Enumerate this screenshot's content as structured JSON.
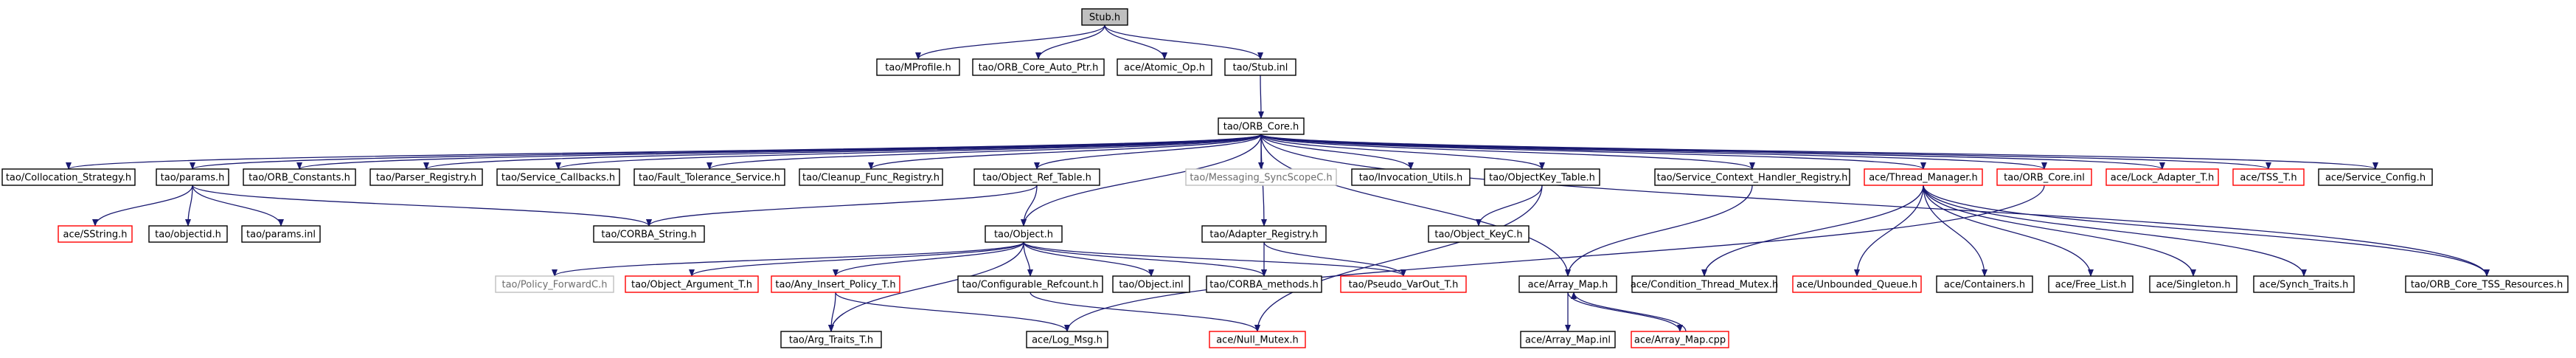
{
  "colors": {
    "edge": "#191970",
    "root_fill": "#bfbfbf",
    "node_border": "#000000",
    "missing_border": "#ff0000",
    "external_border": "#bfbfbf",
    "external_text": "#6e6e6e"
  },
  "nodes": {
    "stub_h": {
      "label": "Stub.h",
      "kind": "root"
    },
    "tao_mprofile_h": {
      "label": "tao/MProfile.h",
      "kind": "normal"
    },
    "tao_orb_core_auto_ptr_h": {
      "label": "tao/ORB_Core_Auto_Ptr.h",
      "kind": "normal"
    },
    "ace_atomic_op_h": {
      "label": "ace/Atomic_Op.h",
      "kind": "normal"
    },
    "tao_stub_inl": {
      "label": "tao/Stub.inl",
      "kind": "normal"
    },
    "tao_orb_core_h": {
      "label": "tao/ORB_Core.h",
      "kind": "normal"
    },
    "tao_collocation_strategy_h": {
      "label": "tao/Collocation_Strategy.h",
      "kind": "normal"
    },
    "tao_params_h": {
      "label": "tao/params.h",
      "kind": "normal"
    },
    "tao_orb_constants_h": {
      "label": "tao/ORB_Constants.h",
      "kind": "normal"
    },
    "tao_parser_registry_h": {
      "label": "tao/Parser_Registry.h",
      "kind": "normal"
    },
    "tao_service_callbacks_h": {
      "label": "tao/Service_Callbacks.h",
      "kind": "normal"
    },
    "tao_fault_tolerance_service_h": {
      "label": "tao/Fault_Tolerance_Service.h",
      "kind": "normal"
    },
    "tao_cleanup_func_registry_h": {
      "label": "tao/Cleanup_Func_Registry.h",
      "kind": "normal"
    },
    "tao_object_ref_table_h": {
      "label": "tao/Object_Ref_Table.h",
      "kind": "normal"
    },
    "tao_messaging_syncscopec_h": {
      "label": "tao/Messaging_SyncScopeC.h",
      "kind": "external"
    },
    "tao_invocation_utils_h": {
      "label": "tao/Invocation_Utils.h",
      "kind": "normal"
    },
    "tao_objectkey_table_h": {
      "label": "tao/ObjectKey_Table.h",
      "kind": "normal"
    },
    "tao_service_context_handler_registry_h": {
      "label": "tao/Service_Context_Handler_Registry.h",
      "kind": "normal"
    },
    "ace_thread_manager_h": {
      "label": "ace/Thread_Manager.h",
      "kind": "missing"
    },
    "tao_orb_core_inl": {
      "label": "tao/ORB_Core.inl",
      "kind": "missing"
    },
    "ace_lock_adapter_t_h": {
      "label": "ace/Lock_Adapter_T.h",
      "kind": "missing"
    },
    "ace_tss_t_h": {
      "label": "ace/TSS_T.h",
      "kind": "missing"
    },
    "ace_service_config_h": {
      "label": "ace/Service_Config.h",
      "kind": "normal"
    },
    "ace_sstring_h": {
      "label": "ace/SString.h",
      "kind": "missing"
    },
    "tao_objectid_h": {
      "label": "tao/objectid.h",
      "kind": "normal"
    },
    "tao_params_inl": {
      "label": "tao/params.inl",
      "kind": "normal"
    },
    "tao_corba_string_h": {
      "label": "tao/CORBA_String.h",
      "kind": "normal"
    },
    "tao_object_h": {
      "label": "tao/Object.h",
      "kind": "normal"
    },
    "tao_adapter_registry_h": {
      "label": "tao/Adapter_Registry.h",
      "kind": "normal"
    },
    "tao_object_keyc_h": {
      "label": "tao/Object_KeyC.h",
      "kind": "normal"
    },
    "ace_array_map_h": {
      "label": "ace/Array_Map.h",
      "kind": "normal"
    },
    "ace_condition_thread_mutex_h": {
      "label": "ace/Condition_Thread_Mutex.h",
      "kind": "normal"
    },
    "ace_unbounded_queue_h": {
      "label": "ace/Unbounded_Queue.h",
      "kind": "missing"
    },
    "ace_containers_h": {
      "label": "ace/Containers.h",
      "kind": "normal"
    },
    "ace_free_list_h": {
      "label": "ace/Free_List.h",
      "kind": "normal"
    },
    "ace_singleton_h": {
      "label": "ace/Singleton.h",
      "kind": "normal"
    },
    "ace_synch_traits_h": {
      "label": "ace/Synch_Traits.h",
      "kind": "normal"
    },
    "tao_orb_core_tss_resources_h": {
      "label": "tao/ORB_Core_TSS_Resources.h",
      "kind": "normal"
    },
    "tao_policy_forwardc_h": {
      "label": "tao/Policy_ForwardC.h",
      "kind": "external"
    },
    "tao_object_argument_t_h": {
      "label": "tao/Object_Argument_T.h",
      "kind": "missing"
    },
    "tao_any_insert_policy_t_h": {
      "label": "tao/Any_Insert_Policy_T.h",
      "kind": "missing"
    },
    "tao_configurable_refcount_h": {
      "label": "tao/Configurable_Refcount.h",
      "kind": "normal"
    },
    "tao_object_inl": {
      "label": "tao/Object.inl",
      "kind": "normal"
    },
    "tao_corba_methods_h": {
      "label": "tao/CORBA_methods.h",
      "kind": "normal"
    },
    "tao_pseudo_varout_t_h": {
      "label": "tao/Pseudo_VarOut_T.h",
      "kind": "missing"
    },
    "ace_array_map_inl": {
      "label": "ace/Array_Map.inl",
      "kind": "normal"
    },
    "ace_array_map_cpp": {
      "label": "ace/Array_Map.cpp",
      "kind": "missing"
    },
    "tao_arg_traits_t_h": {
      "label": "tao/Arg_Traits_T.h",
      "kind": "normal"
    },
    "ace_log_msg_h": {
      "label": "ace/Log_Msg.h",
      "kind": "normal"
    },
    "ace_null_mutex_h": {
      "label": "ace/Null_Mutex.h",
      "kind": "missing"
    }
  },
  "edges": [
    [
      "stub_h",
      "tao_mprofile_h"
    ],
    [
      "stub_h",
      "tao_orb_core_auto_ptr_h"
    ],
    [
      "stub_h",
      "ace_atomic_op_h"
    ],
    [
      "stub_h",
      "tao_stub_inl"
    ],
    [
      "tao_stub_inl",
      "tao_orb_core_h"
    ],
    [
      "tao_orb_core_h",
      "tao_collocation_strategy_h"
    ],
    [
      "tao_orb_core_h",
      "tao_params_h"
    ],
    [
      "tao_orb_core_h",
      "tao_orb_constants_h"
    ],
    [
      "tao_orb_core_h",
      "tao_parser_registry_h"
    ],
    [
      "tao_orb_core_h",
      "tao_service_callbacks_h"
    ],
    [
      "tao_orb_core_h",
      "tao_fault_tolerance_service_h"
    ],
    [
      "tao_orb_core_h",
      "tao_cleanup_func_registry_h"
    ],
    [
      "tao_orb_core_h",
      "tao_object_ref_table_h"
    ],
    [
      "tao_orb_core_h",
      "tao_messaging_syncscopec_h"
    ],
    [
      "tao_orb_core_h",
      "tao_invocation_utils_h"
    ],
    [
      "tao_orb_core_h",
      "tao_objectkey_table_h"
    ],
    [
      "tao_orb_core_h",
      "tao_service_context_handler_registry_h"
    ],
    [
      "tao_orb_core_h",
      "ace_thread_manager_h"
    ],
    [
      "tao_orb_core_h",
      "tao_orb_core_inl"
    ],
    [
      "tao_orb_core_h",
      "ace_lock_adapter_t_h"
    ],
    [
      "tao_orb_core_h",
      "ace_tss_t_h"
    ],
    [
      "tao_orb_core_h",
      "ace_service_config_h"
    ],
    [
      "tao_orb_core_h",
      "tao_object_h"
    ],
    [
      "tao_orb_core_h",
      "tao_adapter_registry_h"
    ],
    [
      "tao_orb_core_h",
      "ace_array_map_h"
    ],
    [
      "tao_orb_core_h",
      "tao_orb_core_tss_resources_h"
    ],
    [
      "tao_params_h",
      "ace_sstring_h"
    ],
    [
      "tao_params_h",
      "tao_objectid_h"
    ],
    [
      "tao_params_h",
      "tao_params_inl"
    ],
    [
      "tao_params_h",
      "tao_corba_string_h"
    ],
    [
      "tao_object_ref_table_h",
      "tao_corba_string_h"
    ],
    [
      "tao_object_ref_table_h",
      "tao_object_h"
    ],
    [
      "tao_objectkey_table_h",
      "tao_object_keyc_h"
    ],
    [
      "tao_objectkey_table_h",
      "ace_null_mutex_h"
    ],
    [
      "tao_service_context_handler_registry_h",
      "ace_array_map_h"
    ],
    [
      "ace_thread_manager_h",
      "ace_condition_thread_mutex_h"
    ],
    [
      "ace_thread_manager_h",
      "ace_unbounded_queue_h"
    ],
    [
      "ace_thread_manager_h",
      "ace_containers_h"
    ],
    [
      "ace_thread_manager_h",
      "ace_free_list_h"
    ],
    [
      "ace_thread_manager_h",
      "ace_singleton_h"
    ],
    [
      "ace_thread_manager_h",
      "ace_synch_traits_h"
    ],
    [
      "ace_thread_manager_h",
      "tao_orb_core_tss_resources_h"
    ],
    [
      "tao_orb_core_inl",
      "ace_log_msg_h"
    ],
    [
      "tao_object_h",
      "tao_policy_forwardc_h"
    ],
    [
      "tao_object_h",
      "tao_object_argument_t_h"
    ],
    [
      "tao_object_h",
      "tao_any_insert_policy_t_h"
    ],
    [
      "tao_object_h",
      "tao_configurable_refcount_h"
    ],
    [
      "tao_object_h",
      "tao_object_inl"
    ],
    [
      "tao_object_h",
      "tao_corba_methods_h"
    ],
    [
      "tao_object_h",
      "tao_pseudo_varout_t_h"
    ],
    [
      "tao_object_h",
      "tao_arg_traits_t_h"
    ],
    [
      "tao_adapter_registry_h",
      "tao_corba_methods_h"
    ],
    [
      "tao_adapter_registry_h",
      "tao_pseudo_varout_t_h"
    ],
    [
      "ace_array_map_h",
      "ace_array_map_inl"
    ],
    [
      "ace_array_map_h",
      "ace_array_map_cpp"
    ],
    [
      "ace_array_map_cpp",
      "ace_array_map_h"
    ],
    [
      "tao_any_insert_policy_t_h",
      "tao_arg_traits_t_h"
    ],
    [
      "tao_any_insert_policy_t_h",
      "ace_log_msg_h"
    ],
    [
      "tao_configurable_refcount_h",
      "ace_null_mutex_h"
    ]
  ]
}
